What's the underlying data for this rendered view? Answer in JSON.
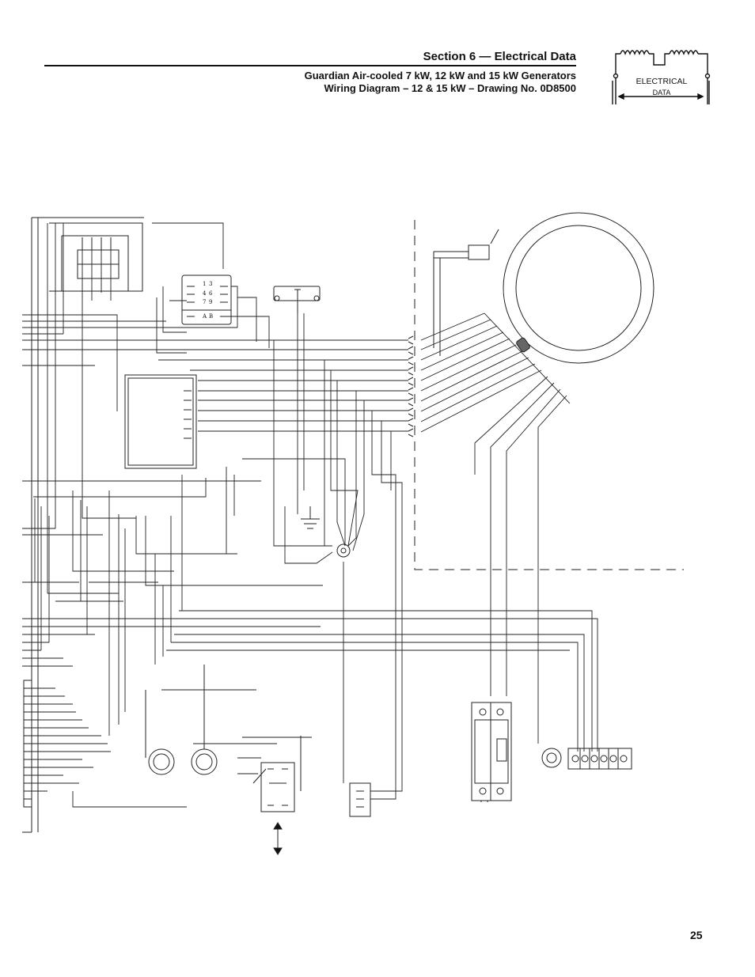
{
  "header": {
    "section_title": "Section 6 — Electrical Data",
    "subtitle_line1": "Guardian Air-cooled 7 kW, 12 kW and 15 kW Generators",
    "subtitle_line2": "Wiring Diagram – 12 & 15 kW – Drawing No. 0D8500"
  },
  "logo": {
    "label_line1": "ELECTRICAL",
    "label_line2": "DATA",
    "icon": "coil-icon"
  },
  "diagram": {
    "connector_pins": [
      "1",
      "3",
      "4",
      "6",
      "7",
      "9",
      "A",
      "B"
    ]
  },
  "footer": {
    "page_number": "25"
  }
}
